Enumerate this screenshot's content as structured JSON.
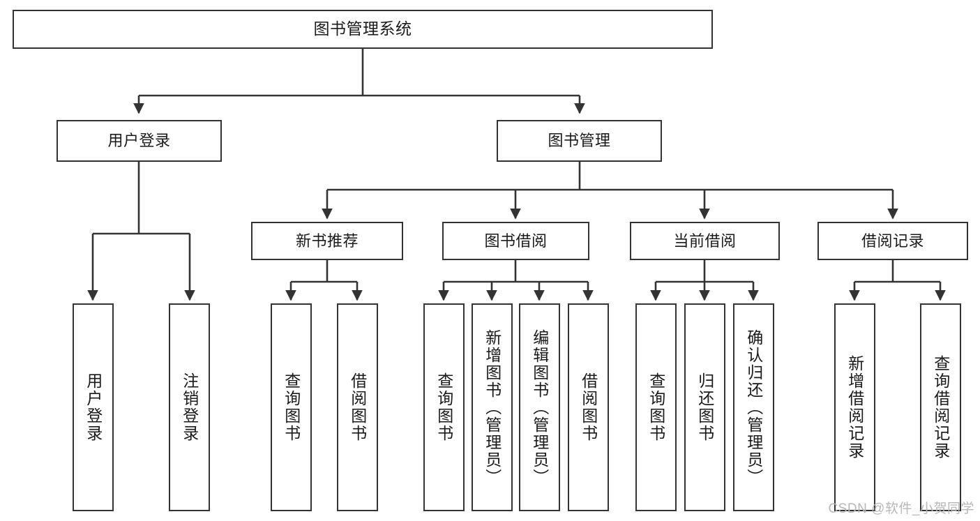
{
  "diagram": {
    "title": "图书管理系统",
    "watermark": "CSDN @软件_小贺同学",
    "colors": {
      "background": "#ffffff",
      "node_border": "#333333",
      "node_fill": "#ffffff",
      "edge": "#333333",
      "text": "#1a1a1a",
      "watermark": "#b7b7b7"
    },
    "root": {
      "label": "图书管理系统"
    },
    "level1": [
      {
        "label": "用户登录"
      },
      {
        "label": "图书管理"
      }
    ],
    "level2": [
      {
        "label": "新书推荐"
      },
      {
        "label": "图书借阅"
      },
      {
        "label": "当前借阅"
      },
      {
        "label": "借阅记录"
      }
    ],
    "leaves": {
      "user_login": [
        {
          "label": "用户登录"
        },
        {
          "label": "注销登录"
        }
      ],
      "new_book_recommend": [
        {
          "label": "查询图书"
        },
        {
          "label": "借阅图书"
        }
      ],
      "book_borrow": [
        {
          "label": "查询图书"
        },
        {
          "label": "新增图书（管理员）"
        },
        {
          "label": "编辑图书（管理员）"
        },
        {
          "label": "借阅图书"
        }
      ],
      "current_borrow": [
        {
          "label": "查询图书"
        },
        {
          "label": "归还图书"
        },
        {
          "label": "确认归还（管理员）"
        }
      ],
      "borrow_record": [
        {
          "label": "新增借阅记录"
        },
        {
          "label": "查询借阅记录"
        }
      ]
    }
  }
}
